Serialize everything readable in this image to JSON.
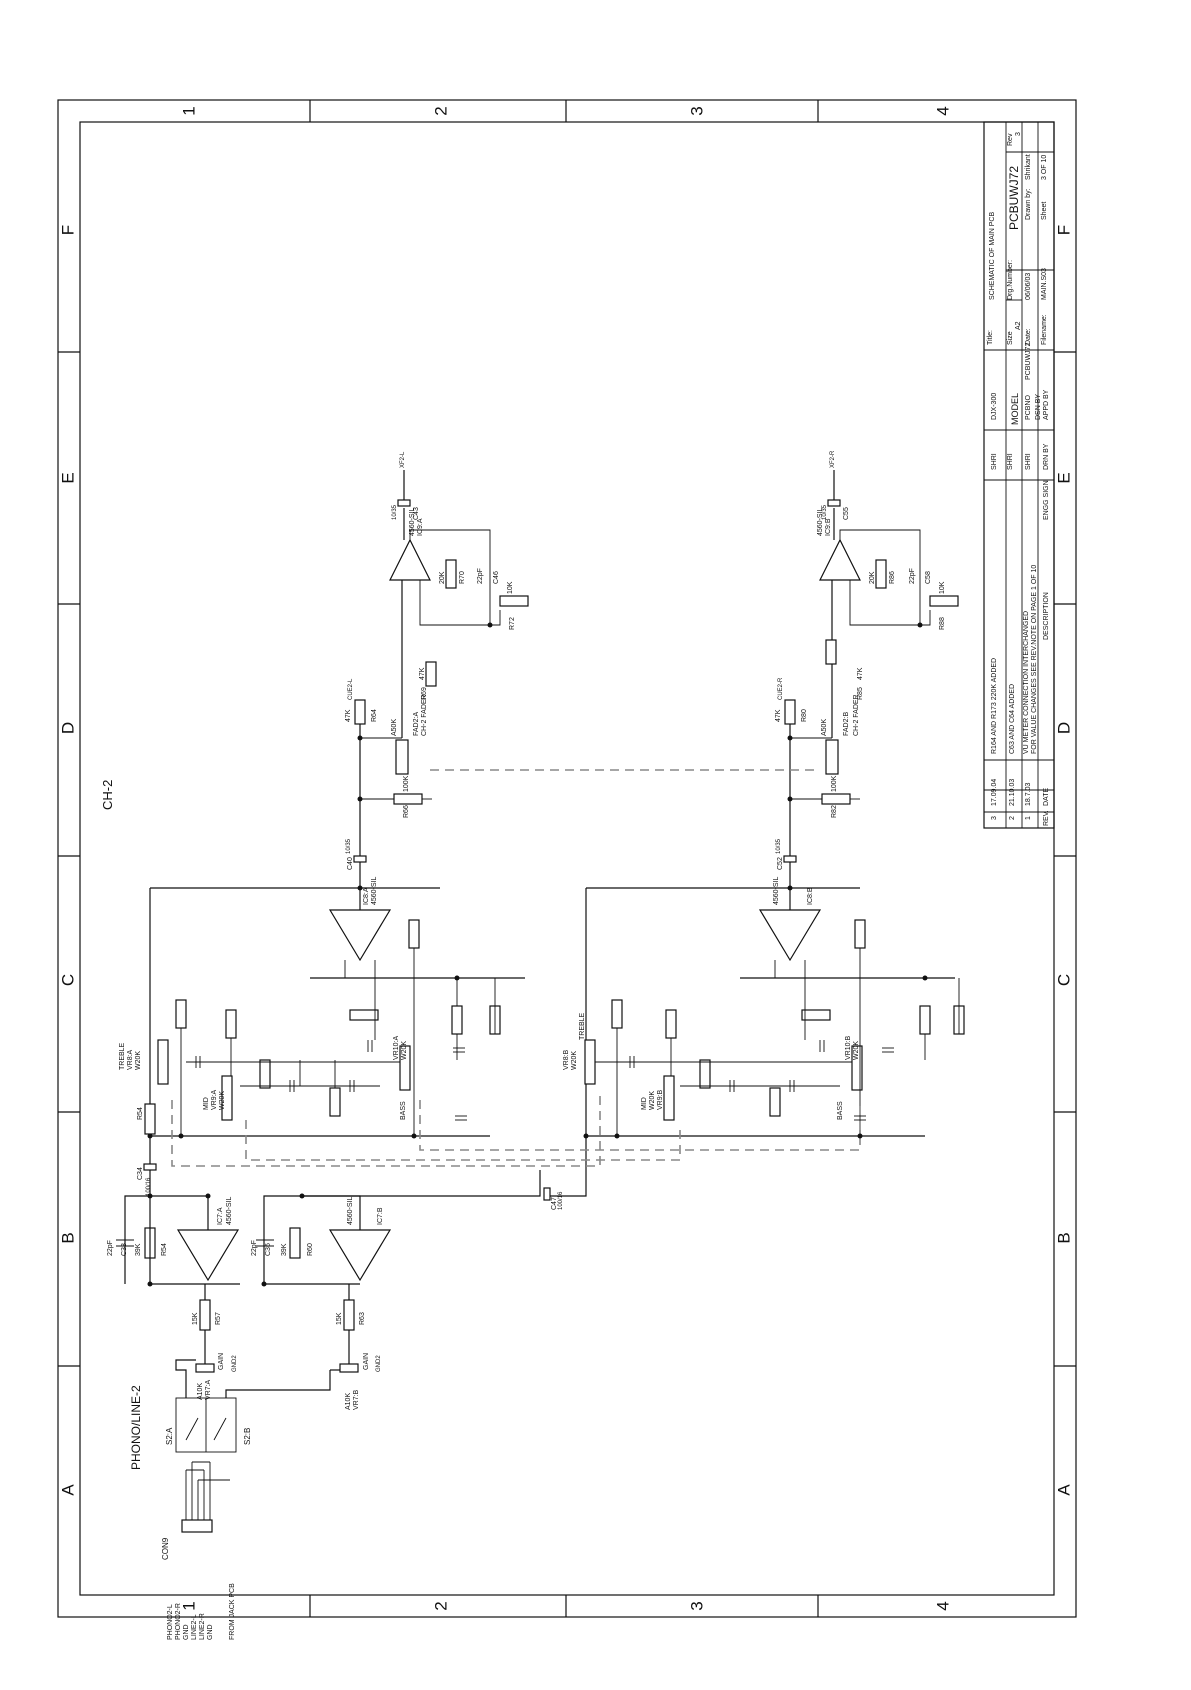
{
  "frame": {
    "columns": [
      "1",
      "2",
      "3",
      "4"
    ],
    "rows": [
      "A",
      "B",
      "C",
      "D",
      "E",
      "F"
    ]
  },
  "sheet_label": "CH-2",
  "input_section": {
    "title": "PHONO/LINE-2",
    "connector": "CON9",
    "connector_pins": [
      "PHONO2-L",
      "PHONO2-R",
      "GND",
      "LINE2-L",
      "LINE2-R",
      "GND"
    ],
    "from_label": "FROM JACK PCB",
    "switch_a": "S2:A",
    "switch_b": "S2:B",
    "pot_a_value": "A10K",
    "pot_a_ref": "VR7:A",
    "pot_b_value": "A10K",
    "pot_b_ref": "VR7:B",
    "gain": "GAIN",
    "gnd": "GND2"
  },
  "left_channel": {
    "r_in": "R57",
    "r_in_val": "15K",
    "r_fb": "R54",
    "r_fb_val": "39K",
    "c_fb": "C33",
    "c_fb_val": "22pF",
    "opamp": "IC7:A",
    "opamp_type": "4560-SIL",
    "c_out": "C34",
    "c_out_val": "100/16",
    "treble": "TREBLE",
    "treble_vr": "VR8:A",
    "treble_val": "W20K",
    "mid": "MID",
    "mid_vr": "VR9:A",
    "mid_val": "W20K",
    "bass": "BASS",
    "bass_vr": "VR10:A",
    "bass_val": "W20K",
    "tone_opamp": "IC8:A",
    "c_out2": "C40",
    "c_out2_val": "10/35",
    "r_load": "R66",
    "r_load_val": "100K",
    "r_top": "R64",
    "r_top_val": "47K",
    "fader": "FAD2:A",
    "fader_val": "A50K",
    "fader_name": "CH-2 FADER",
    "out_opamp": "IC9:A",
    "r_out": "R70",
    "r_out_val": "20K",
    "c_out3": "C46",
    "c_out3_val": "22pF",
    "r_fbk": "R72",
    "r_fbk_val": "10K",
    "r_bias": "R69",
    "r_bias_val": "47K",
    "c_final": "C43",
    "c_final_val": "10/35",
    "out_net": "XF2-L",
    "cue": "CUE2-L"
  },
  "right_channel": {
    "r_in": "R63",
    "r_in_val": "15K",
    "r_fb": "R60",
    "r_fb_val": "39K",
    "c_fb": "C36",
    "c_fb_val": "22pF",
    "opamp": "IC7:B",
    "opamp_type": "4560-SIL",
    "c_out": "C47",
    "c_out_val": "100/16",
    "treble": "TREBLE",
    "treble_vr": "VR8:B",
    "treble_val": "W20K",
    "mid": "MID",
    "mid_vr": "VR9:B",
    "mid_val": "W20K",
    "bass": "BASS",
    "bass_vr": "VR10:B",
    "bass_val": "W20K",
    "tone_opamp": "IC8:B",
    "c_out2": "C52",
    "c_out2_val": "10/35",
    "r_load": "R82",
    "r_load_val": "100K",
    "r_top": "R80",
    "r_top_val": "47K",
    "fader": "FAD2:B",
    "fader_val": "A50K",
    "fader_name": "CH-2 FADER",
    "out_opamp": "IC9:B",
    "r_out": "R86",
    "r_out_val": "20K",
    "c_out3": "C58",
    "c_out3_val": "22pF",
    "r_fbk": "R88",
    "r_fbk_val": "10K",
    "r_bias": "R85",
    "r_bias_val": "47K",
    "c_final": "C55",
    "c_final_val": "10/35",
    "out_net": "XF2-R",
    "cue": "CUE2-R"
  },
  "title_block": {
    "title_label": "Title:",
    "title": "SCHEMATIC OF MAIN PCB",
    "size_label": "Size",
    "size": "A2",
    "dwg_label": "Drg.Number:",
    "dwg": "PCBUWJ72",
    "rev_label": "Rev",
    "rev": "3",
    "date_label": "Date:",
    "date": "06/06/03",
    "drawn_label": "Drawn by:",
    "drawn": "Shrikant",
    "file_label": "Filename:",
    "file": "MAIN.S03",
    "sheet_label": "Sheet",
    "sheet": "3 OF 10",
    "model_label": "MODEL",
    "model": "DJX-300",
    "pcb_label": "PCBNO",
    "pcb": "PCBUWJ72",
    "dsn_label": "DSN BY",
    "dsn": "SHRI",
    "appd_label": "APPD BY",
    "appd": "SHRI",
    "drn_label": "DRN BY",
    "drn": "SHRI",
    "engg_label": "ENGG SIGN"
  },
  "revisions": {
    "header": [
      "REV.",
      "DATE",
      "DESCRIPTION"
    ],
    "rows": [
      {
        "rev": "3",
        "date": "17.09.04",
        "desc": "R164 AND R173 220K ADDED"
      },
      {
        "rev": "2",
        "date": "21.10.03",
        "desc": "C63 AND C64 ADDED"
      },
      {
        "rev": "1",
        "date": "18.7.03",
        "desc": "VU METER CONNECTION INTERCHANGED"
      }
    ],
    "note": "FOR VALUE CHANGES SEE REV.NOTE ON PAGE 1 OF 10"
  }
}
